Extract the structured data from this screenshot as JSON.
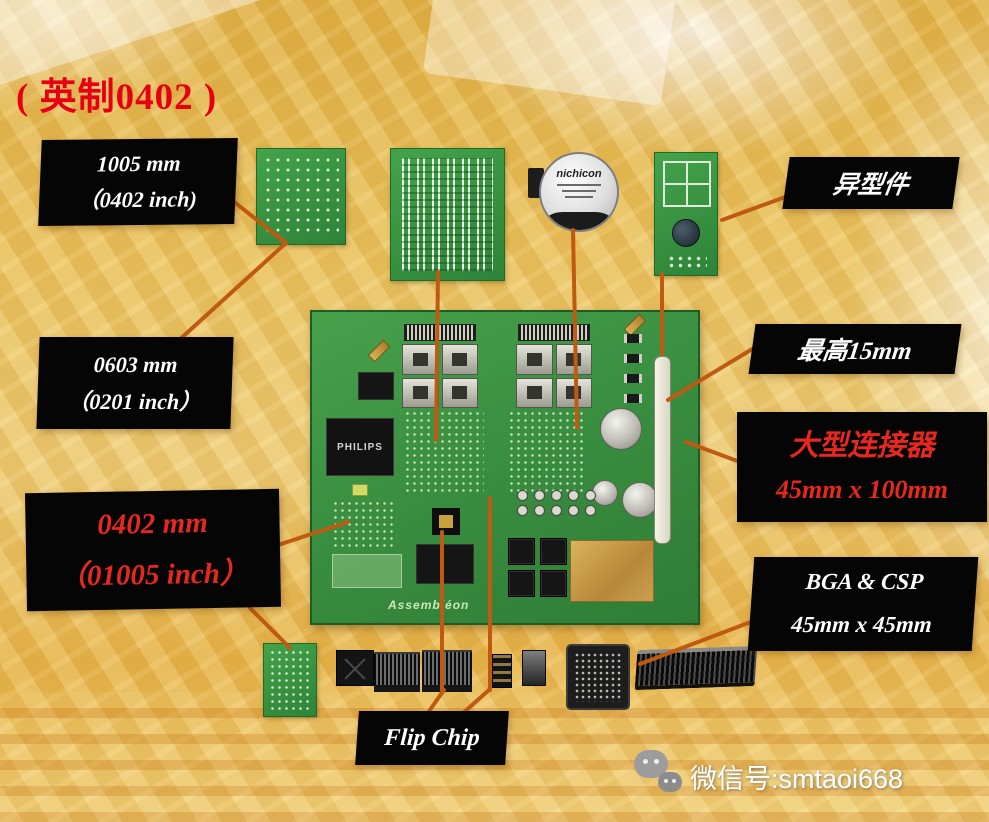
{
  "title": "( 英制0402 )",
  "callouts": {
    "size_1005": {
      "line1": "1005 mm",
      "line2": "（0402 inch)"
    },
    "size_0603": {
      "line1": "0603 mm",
      "line2": "（0201 inch）"
    },
    "size_0402": {
      "line1": "0402 mm",
      "line2": "（01005 inch）"
    },
    "odd_form": {
      "label": "异型件"
    },
    "max_height": {
      "label": "最高15mm"
    },
    "large_connector": {
      "line1": "大型连接器",
      "line2": "45mm x 100mm"
    },
    "bga_csp": {
      "line1": "BGA & CSP",
      "line2": "45mm x 45mm"
    },
    "flip_chip": {
      "label": "Flip Chip"
    }
  },
  "board": {
    "philips_chip_label": "PHILIPS",
    "assembleon_label": "Assembléon"
  },
  "components": {
    "capacitor_brand": "nichicon"
  },
  "watermark": {
    "text": "微信号:smtaoi668"
  },
  "colors": {
    "title_red": "#e60012",
    "callout_red": "#e8281e",
    "callout_bg": "#050505",
    "line_orange": "#bf5a12",
    "pcb_green": "#3a8f40",
    "background_gold": "#eec45f"
  }
}
